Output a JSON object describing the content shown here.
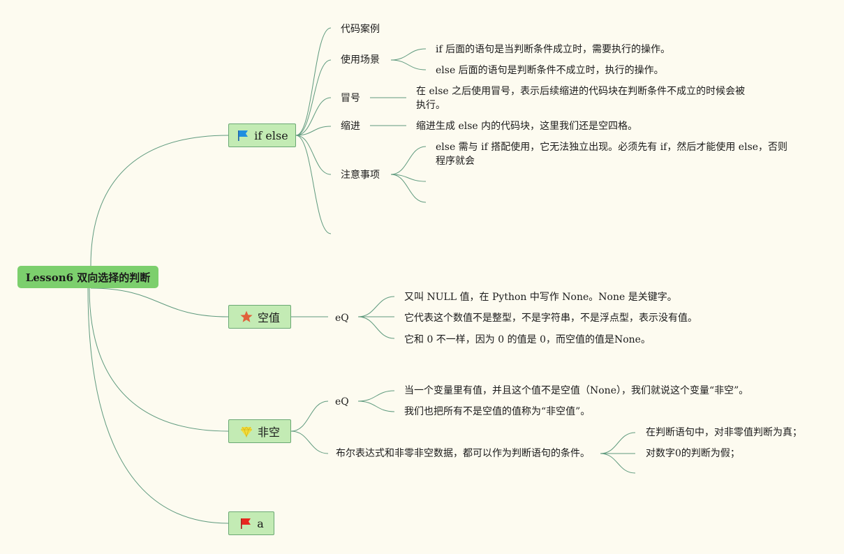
{
  "root": {
    "label": "Lesson6 双向选择的判断"
  },
  "branches": {
    "ifelse": {
      "label": "if else",
      "icon": "blue-flag-icon",
      "children": {
        "c1": "代码案例",
        "c2": "使用场景",
        "c2_1": "if 后面的语句是当判断条件成立时，需要执行的操作。",
        "c2_2": "else 后面的语句是判断条件不成立时，执行的操作。",
        "c3": "冒号",
        "c3_1": "在 else 之后使用冒号，表示后续缩进的代码块在判断条件不成立的时候会被执行。",
        "c4": "缩进",
        "c4_1": "缩进生成 else 内的代码块，这里我们还是空四格。",
        "c5": "注意事项",
        "c5_1": "else 需与 if 搭配使用，它无法独立出现。必须先有 if，然后才能使用 else，否则程序就会"
      }
    },
    "null": {
      "label": "空值",
      "icon": "orange-star-icon",
      "eq": "eQ",
      "items": [
        "又叫 NULL 值，在 Python 中写作 None。None 是关键字。",
        "它代表这个数值不是整型，不是字符串，不是浮点型，表示没有值。",
        "它和 0 不一样，因为 0 的值是 0，而空值的值是None。"
      ]
    },
    "nonnull": {
      "label": "非空",
      "icon": "yellow-lightbulb-icon",
      "eq": "eQ",
      "items": [
        "当一个变量里有值，并且这个值不是空值（None），我们就说这个变量“非空”。",
        "我们也把所有不是空值的值称为“非空值”。"
      ],
      "bool": "布尔表达式和非零非空数据，都可以作为判断语句的条件。",
      "bool_items": [
        "在判断语句中，对非零值判断为真；",
        "对数字0的判断为假；"
      ]
    },
    "a": {
      "label": "a",
      "icon": "red-flag-icon"
    }
  },
  "colors": {
    "background": "#fdfbf0",
    "central_fill": "#7ccf6d",
    "branch_fill": "#c3ebb4",
    "branch_border": "#6aa873",
    "edge": "#5f9a7e"
  }
}
